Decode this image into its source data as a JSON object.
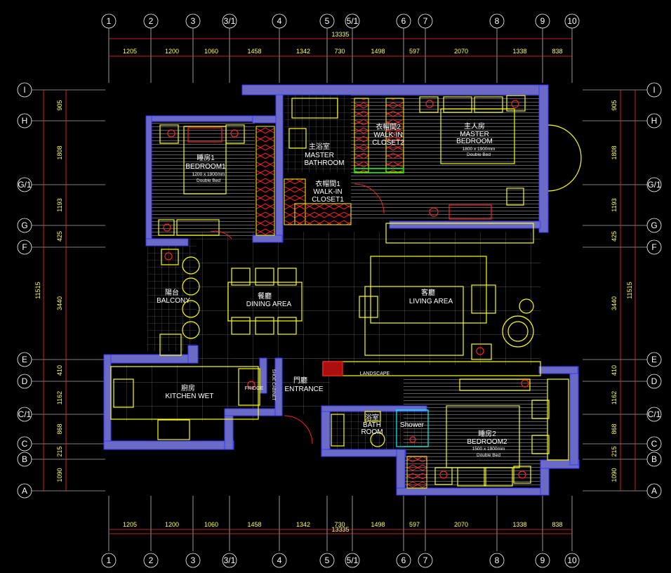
{
  "grid": {
    "columns": [
      "1",
      "2",
      "3",
      "3/1",
      "4",
      "5",
      "5/1",
      "6",
      "7",
      "8",
      "9",
      "10"
    ],
    "rows": [
      "I",
      "H",
      "G/1",
      "G",
      "F",
      "E",
      "D",
      "C/1",
      "C",
      "B",
      "A"
    ]
  },
  "dimensions": {
    "total": "13335",
    "spans": [
      "1205",
      "1200",
      "1060",
      "1458",
      "1342",
      "730",
      "1498",
      "597",
      "2070",
      "1338",
      "838"
    ],
    "left_segments": [
      "905",
      "1808",
      "1193",
      "425",
      "3440",
      "410",
      "1162",
      "868",
      "215",
      "1090"
    ],
    "right_segments": [
      "905",
      "1808",
      "1193",
      "425",
      "3440",
      "410",
      "1162",
      "868",
      "215",
      "1090"
    ],
    "overall_vertical": "11515"
  },
  "rooms": {
    "bedroom1": {
      "zh": "睡房1",
      "en": "BEDROOM1",
      "bed": "1200 x 1900mm",
      "bed_type": "Double Bed"
    },
    "master_bath": {
      "zh": "主浴室",
      "en1": "MASTER",
      "en2": "BATHROOM"
    },
    "closet2": {
      "zh": "衣帽間2",
      "en1": "WALK-IN",
      "en2": "CLOSET2"
    },
    "closet1": {
      "zh": "衣帽間1",
      "en1": "WALK-IN",
      "en2": "CLOSET1"
    },
    "master": {
      "zh": "主人房",
      "en1": "MASTER",
      "en2": "BEDROOM",
      "bed": "1800 x 1900mm",
      "bed_type": "Double Bed"
    },
    "balcony": {
      "zh": "陽台",
      "en": "BALCONY"
    },
    "dining": {
      "zh": "餐廳",
      "en": "DINING AREA"
    },
    "living": {
      "zh": "客廳",
      "en": "LIVING AREA"
    },
    "kitchen": {
      "zh": "廚房",
      "en": "KITCHEN WET"
    },
    "fridge": "FRIDGE",
    "shoe_cabinet": "SHOE CABINET",
    "entrance": {
      "zh": "門廳",
      "en": "ENTRANCE"
    },
    "landscape": "LANDSCAPE",
    "bath": {
      "zh": "浴室",
      "en1": "BATH",
      "en2": "ROOM"
    },
    "shower": "Shower",
    "bedroom2": {
      "zh": "睡房2",
      "en": "BEDROOM2",
      "bed": "1500 x 1900mm",
      "bed_type": "Double Bed"
    }
  },
  "colors": {
    "background": "#000000",
    "grid": "#ffffff",
    "dim_line": "#ff2a2a",
    "dim_text": "#ffff55",
    "wall": "#6b6bc6",
    "wall_edge": "#3a3aff",
    "furniture": "#ffff00",
    "wardrobe": "#ff2020",
    "floor": "#9a9a9a",
    "cyan": "#00ffff",
    "green": "#00ff00"
  }
}
